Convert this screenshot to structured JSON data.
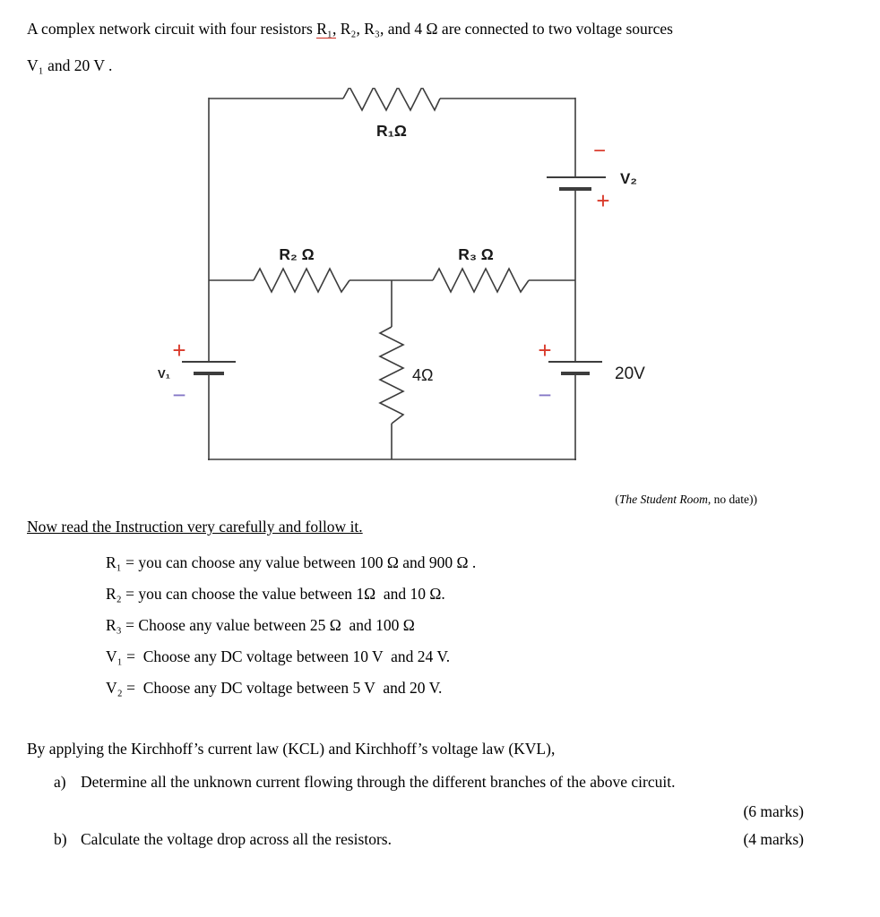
{
  "intro": {
    "line1_pre": "A complex network circuit with four resistors ",
    "line1_marked": "R₁,",
    "line1_post": " R₂, R₃, and 4 Ω are connected to two voltage sources",
    "line2": "V₁ and 20 V ."
  },
  "circuit": {
    "r1_label": "R₁Ω",
    "r2_label": "R₂ Ω",
    "r3_label": "R₃ Ω",
    "r4_label": "4Ω",
    "v1_label": "V₁",
    "v2_label": "V₂",
    "v20_label": "20V",
    "plus": "+",
    "minus": "−",
    "colors": {
      "wire": "#3d3d3d",
      "plus": "#d93a2b",
      "minus_top": "#d93a2b",
      "minus_bottom": "#8577c6"
    }
  },
  "citation": {
    "pre": "(",
    "source": "The Student Room",
    "post": ", no date))"
  },
  "heading": "Now read the Instruction very carefully and follow it.",
  "instructions": [
    "R₁ = you can choose any value between 100 Ω and 900 Ω .",
    "R₂ = you can choose the value between 1Ω  and 10 Ω.",
    "R₃ = Choose any value between 25 Ω  and 100 Ω",
    "V₁ =  Choose any DC voltage between 10 V  and 24 V.",
    "V₂ =  Choose any DC voltage between 5 V  and 20 V."
  ],
  "kvl_line": "By applying the Kirchhoff’s current law (KCL) and Kirchhoff’s voltage law (KVL),",
  "questions": {
    "a_label": "a)",
    "a_text": "Determine all the unknown current flowing through the different branches of the above circuit.",
    "a_marks": "(6 marks)",
    "b_label": "b)",
    "b_text": "Calculate the voltage drop across all the resistors.",
    "b_marks": "(4 marks)"
  }
}
